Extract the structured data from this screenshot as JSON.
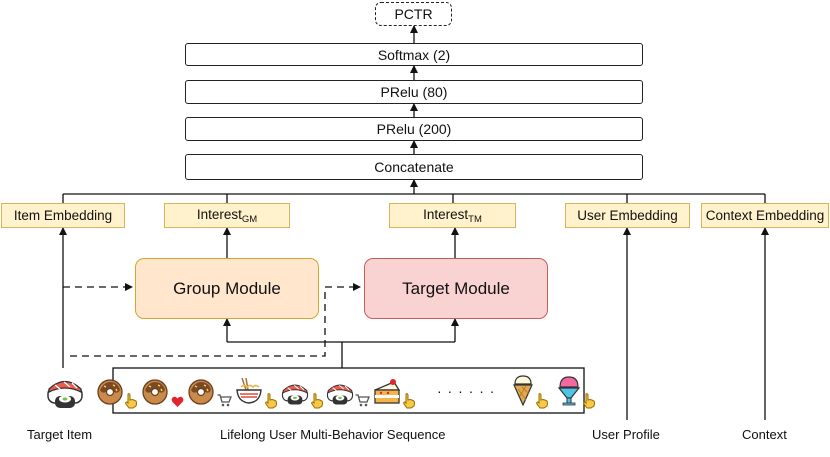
{
  "output": {
    "pctr": "PCTR"
  },
  "layers": {
    "softmax": "Softmax (2)",
    "prelu_80": "PRelu (80)",
    "prelu_200": "PRelu (200)",
    "concatenate": "Concatenate"
  },
  "embeddings": {
    "item": "Item Embedding",
    "interest_gm": {
      "base": "Interest",
      "sub": "GM"
    },
    "interest_tm": {
      "base": "Interest",
      "sub": "TM"
    },
    "user": "User Embedding",
    "context": "Context Embedding"
  },
  "modules": {
    "group": "Group Module",
    "target": "Target Module"
  },
  "inputs": {
    "target_item": "Target Item",
    "sequence": "Lifelong User Multi-Behavior Sequence",
    "user_profile": "User Profile",
    "context": "Context"
  },
  "sequence": {
    "ellipsis": "· · · · · ·",
    "items": [
      {
        "icon": "donut-icon",
        "action": "click-hand-icon"
      },
      {
        "icon": "donut-icon",
        "action": "heart-icon"
      },
      {
        "icon": "donut-icon",
        "action": "cart-icon"
      },
      {
        "icon": "noodle-bowl-icon",
        "action": "click-hand-icon"
      },
      {
        "icon": "sushi-icon",
        "action": "click-hand-icon"
      },
      {
        "icon": "sushi-icon",
        "action": "cart-icon"
      },
      {
        "icon": "cake-icon",
        "action": "click-hand-icon"
      },
      {
        "icon": "ice-cream-icon",
        "action": "click-hand-icon"
      },
      {
        "icon": "shaved-ice-icon",
        "action": "click-hand-icon"
      }
    ]
  },
  "colors": {
    "embedding_fill": "#fff2cc",
    "group_module_fill": "#ffe6cc",
    "target_module_fill": "#f9d2d2",
    "line": "#111111"
  }
}
